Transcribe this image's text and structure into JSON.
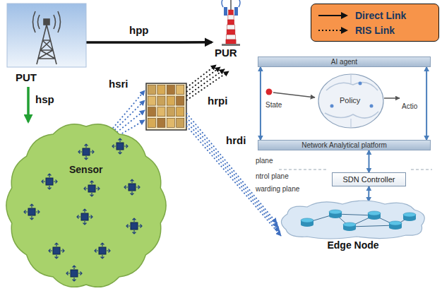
{
  "diagram": {
    "nodes": [
      {
        "text": [
          "PUT"
        ]
      },
      {
        "text": [
          "PUR"
        ]
      },
      {
        "text": [
          "Sensor"
        ]
      },
      {
        "text": [
          "AI agent"
        ]
      },
      {
        "text": [
          "Network Analytical platform"
        ]
      },
      {
        "text": [
          "SDN Controller"
        ]
      },
      {
        "text": [
          "Edge Node"
        ]
      }
    ],
    "edges": [
      {
        "from": 0,
        "to": 1,
        "arrow": "to",
        "label": "hpp"
      },
      {
        "from": 0,
        "to": 2,
        "arrow": "to",
        "label": "hsp"
      },
      {
        "from": 3,
        "to": 4,
        "arrow": "both"
      },
      {
        "from": 3,
        "to": 4,
        "arrow": "both"
      },
      {
        "from": 4,
        "to": 5,
        "arrow": "both"
      },
      {
        "from": 5,
        "to": 6,
        "arrow": "both"
      }
    ],
    "labels": [
      "hsri",
      "hrpi",
      "hrdi",
      "Policy",
      "State",
      "Actio",
      "plane",
      "ntrol plane",
      "warding plane"
    ],
    "legend": [
      {
        "text": "Direct Link"
      },
      {
        "text": "RIS Link"
      }
    ]
  }
}
